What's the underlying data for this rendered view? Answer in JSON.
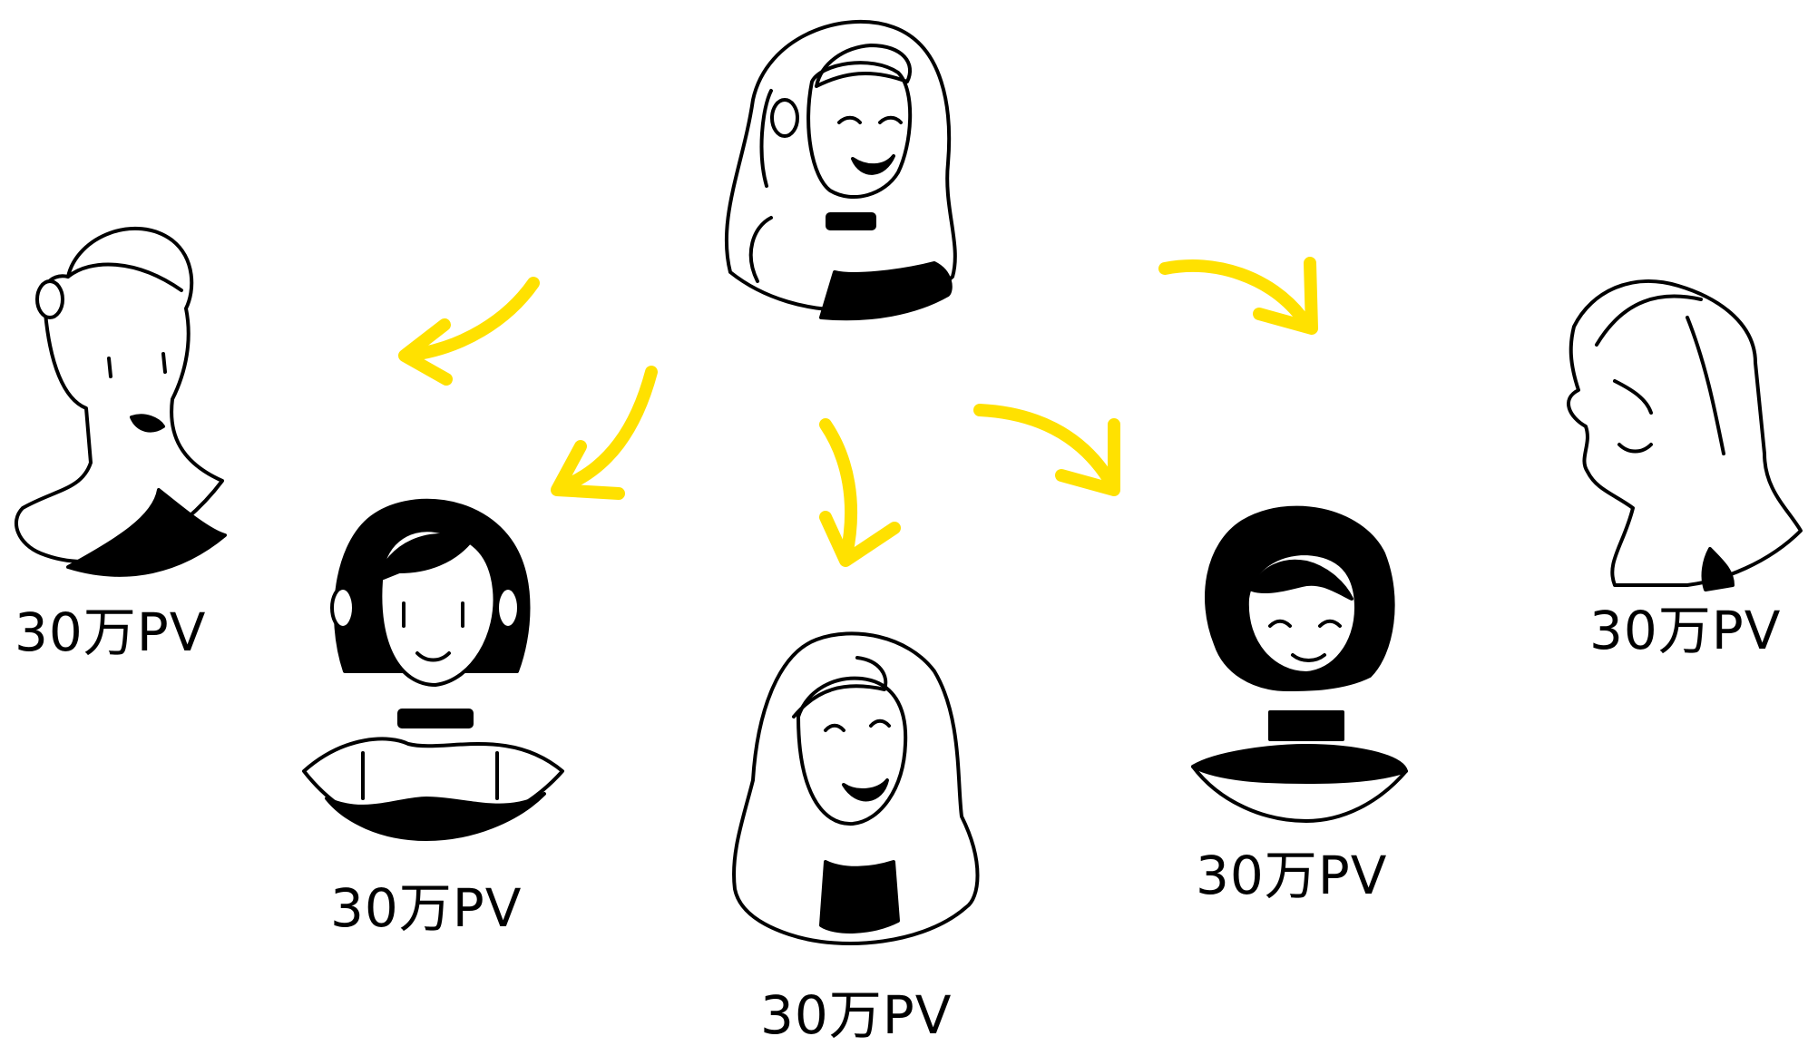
{
  "people": [
    {
      "id": "source",
      "label": ""
    },
    {
      "id": "left-outer",
      "label": "30万PV"
    },
    {
      "id": "left-inner",
      "label": "30万PV"
    },
    {
      "id": "center",
      "label": "30万PV"
    },
    {
      "id": "right-inner",
      "label": "30万PV"
    },
    {
      "id": "right-outer",
      "label": "30万PV"
    }
  ],
  "colors": {
    "arrow": "#ffe100",
    "ink": "#000000",
    "background": "#ffffff"
  }
}
